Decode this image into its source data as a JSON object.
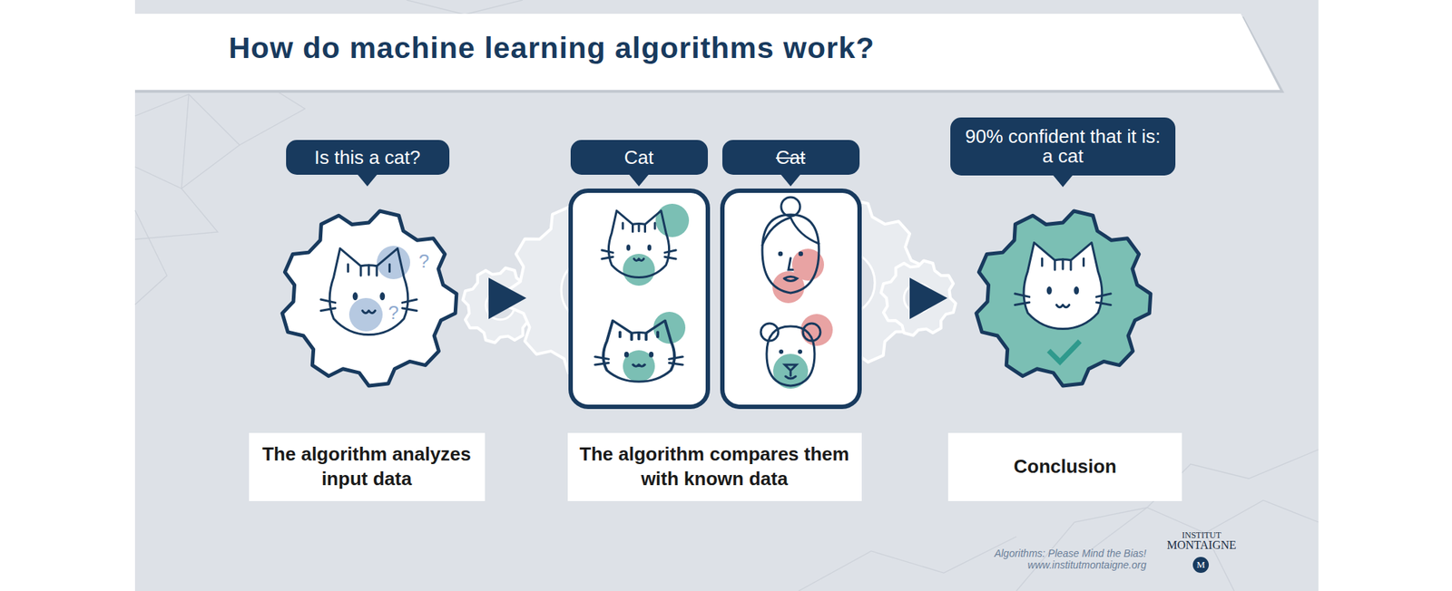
{
  "diagram": {
    "title": "How do machine learning algorithms work?",
    "nodes": [
      {
        "text": [
          "Is this a cat?"
        ]
      },
      {
        "text": [
          "Cat"
        ]
      },
      {
        "text": [
          "Cat"
        ]
      },
      {
        "text": [
          "90% confident that it is: a cat"
        ]
      },
      {
        "text": [
          "The algorithm analyzes input data"
        ]
      },
      {
        "text": [
          "The algorithm compares them with known data"
        ]
      },
      {
        "text": [
          "Conclusion"
        ]
      }
    ],
    "labels": [
      "?",
      "?",
      "Algorithms: Please Mind the Bias!",
      "www.institutmontaigne.org",
      "INSTITUT",
      "MONTAIGNE",
      "M"
    ]
  }
}
